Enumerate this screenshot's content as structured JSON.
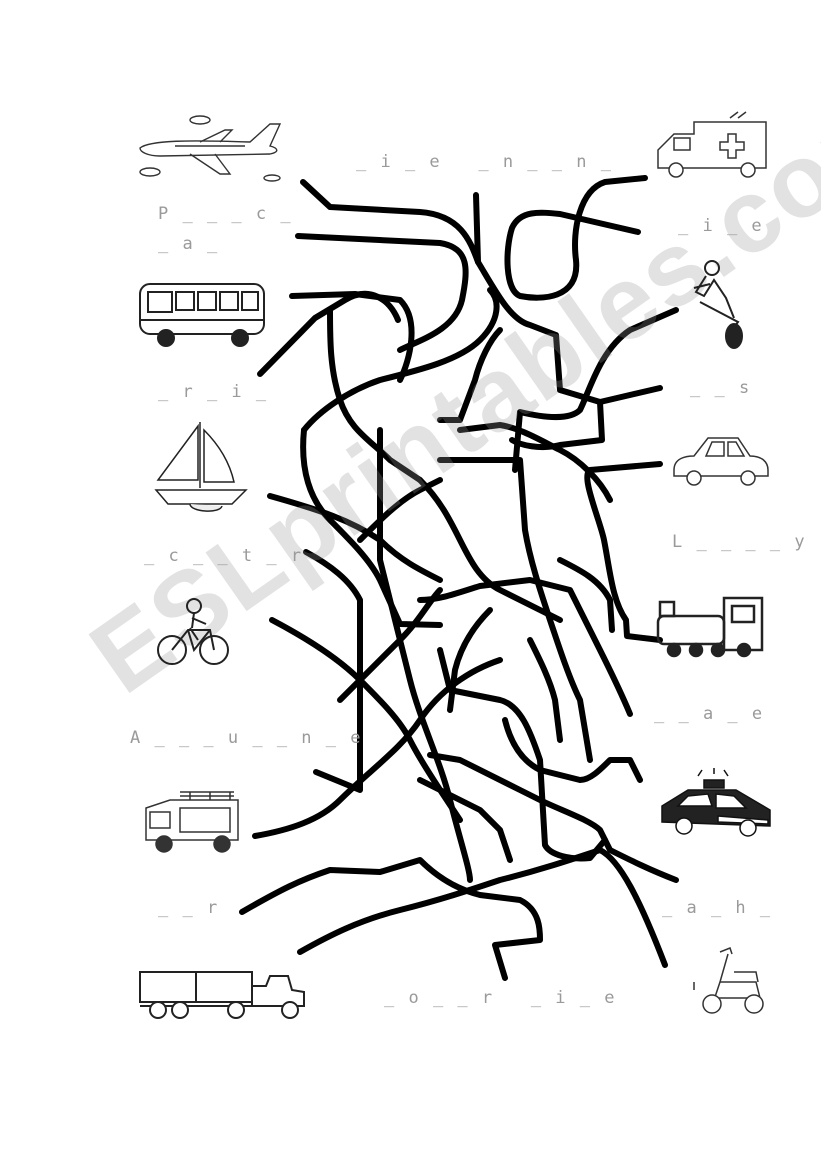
{
  "worksheet": {
    "watermark": "ESLprintables.com",
    "clues": {
      "plane": "P _ _ _ c _",
      "bus": "_ a _",
      "train": "_ r _ i _",
      "boat": "_ c _ _ t _ r",
      "bicycle": "A _ _ _ u _ _ n _ e",
      "fire_truck": "_ _ r",
      "truck": "_ o _ _ r   _ i _ e",
      "ambulance": "_ i _ e   _ n _ _ n _",
      "motorbike": "_ i _ e",
      "car": "_ _ s",
      "locomotive": "L _ _ _ _ y",
      "police_car": "_ _ a _ e",
      "scooter": "_ a _ h _"
    },
    "icons": {
      "left": [
        "airplane-icon",
        "bus-icon",
        "sailboat-icon",
        "bicycle-icon",
        "fire-truck-icon",
        "truck-icon"
      ],
      "right": [
        "ambulance-icon",
        "motorbike-icon",
        "car-icon",
        "train-icon",
        "police-car-icon",
        "scooter-icon"
      ]
    }
  }
}
